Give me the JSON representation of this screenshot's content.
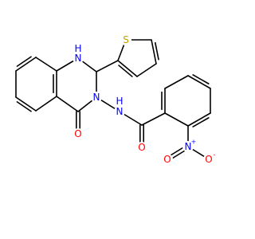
{
  "colors": {
    "carbon": "#000000",
    "nitrogen": "#0000ff",
    "oxygen": "#ff0000",
    "sulfur": "#c0a000"
  },
  "atoms": {
    "nh": "H",
    "n_h_amide": "N",
    "n_ring": "N",
    "o_ring_carbonyl": "O",
    "h_amide": "H",
    "o_amide": "O",
    "s_thiophene": "S",
    "n_nitro": "N",
    "o_nitro_double": "O",
    "o_nitro_minus": "O"
  },
  "charges": {
    "nitro_plus": "+",
    "nitro_minus": "-"
  },
  "nh_label": "N",
  "nh_h": "H"
}
